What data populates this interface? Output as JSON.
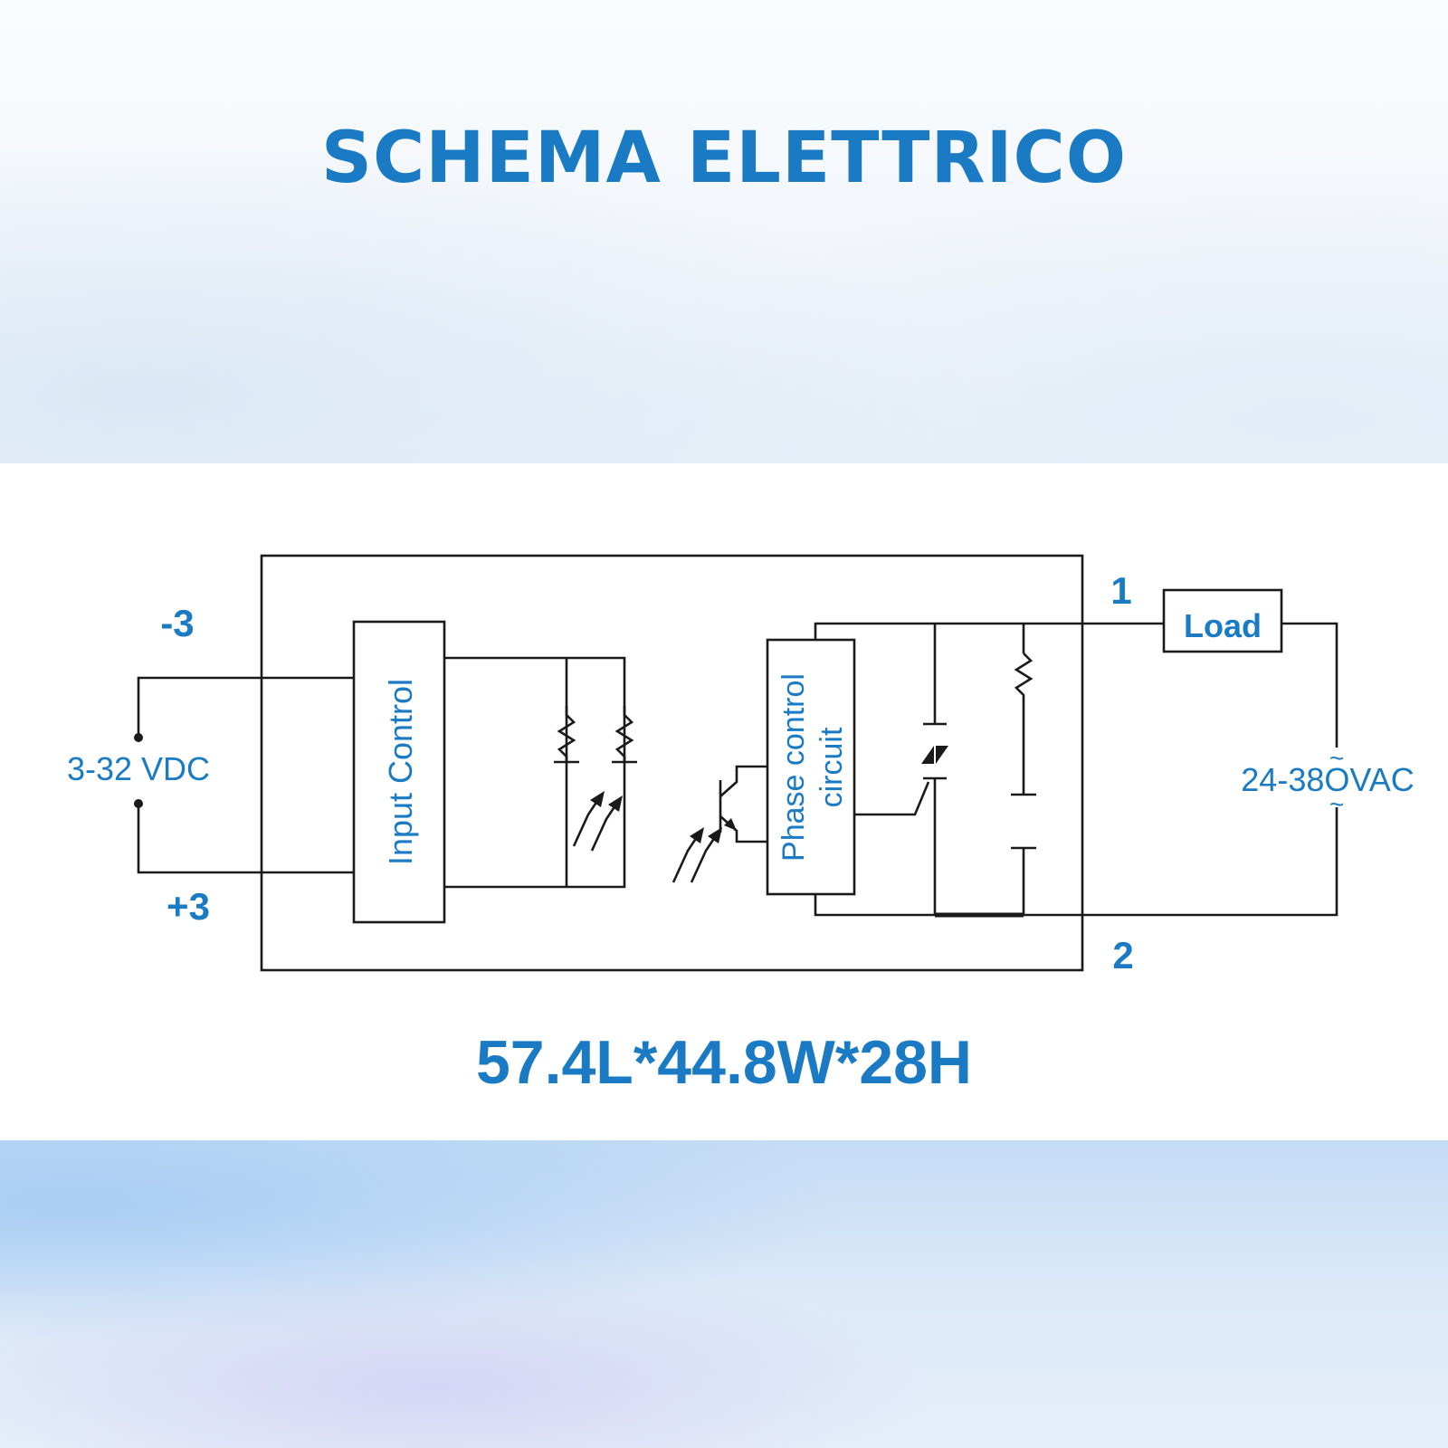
{
  "title": "SCHEMA ELETTRICO",
  "dimensions": "57.4L*44.8W*28H",
  "diagram": {
    "input_control_label": "Input Control",
    "phase_control_line1": "Phase control",
    "phase_control_line2": "circuit",
    "load_label": "Load",
    "terminal_minus3": "-3",
    "terminal_plus3": "+3",
    "terminal_1": "1",
    "terminal_2": "2",
    "dc_voltage": "3-32 VDC",
    "ac_voltage": "24-38OVAC",
    "ac_symbol": "~"
  },
  "colors": {
    "accent": "#1a7bc4",
    "line": "#1a1a1a"
  }
}
